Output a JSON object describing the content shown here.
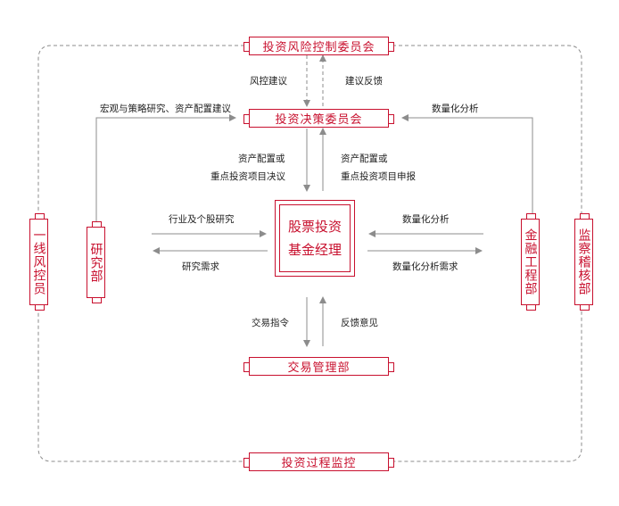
{
  "nodes": {
    "risk_committee": "投资风险控制委员会",
    "decision_committee": "投资决策委员会",
    "fund_manager_line1": "股票投资",
    "fund_manager_line2": "基金经理",
    "trading_dept": "交易管理部",
    "process_monitoring": "投资过程监控",
    "research_dept": "研究部",
    "frontline_risk": "一线风控员",
    "financial_engineering": "金融工程部",
    "audit_dept": "监察稽核部"
  },
  "edge_labels": {
    "risk_advice": "风控建议",
    "advice_feedback": "建议反馈",
    "macro_strategy": "宏观与策略研究、资产配置建议",
    "quant_analysis_top": "数量化分析",
    "allocation_decision_1": "资产配置或",
    "allocation_decision_2": "重点投资项目决议",
    "allocation_report_1": "资产配置或",
    "allocation_report_2": "重点投资项目申报",
    "industry_research": "行业及个股研究",
    "research_demand": "研究需求",
    "quant_analysis": "数量化分析",
    "quant_demand": "数量化分析需求",
    "trade_order": "交易指令",
    "feedback": "反馈意见"
  },
  "colors": {
    "accent": "#c8102e",
    "line": "#8c8c8c",
    "text": "#222222"
  }
}
